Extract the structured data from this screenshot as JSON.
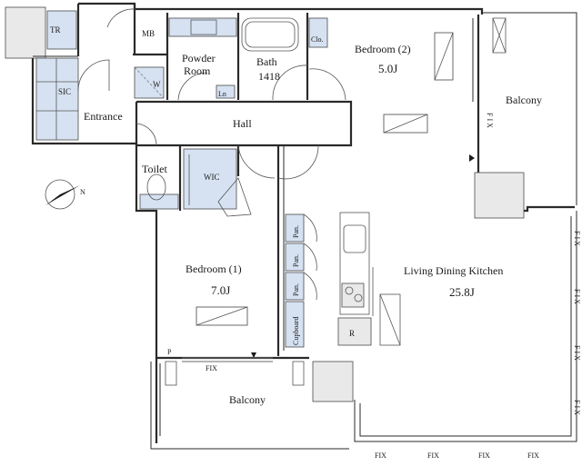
{
  "rooms": {
    "tr": "TR",
    "mb": "MB",
    "powder_room_line1": "Powder",
    "powder_room_line2": "Room",
    "bath": "Bath",
    "bath_size": "1418",
    "clo": "Clo.",
    "bedroom2": "Bedroom (2)",
    "bedroom2_size": "5.0J",
    "sic": "SIC",
    "w": "W",
    "ln": "Ln",
    "entrance": "Entrance",
    "hall": "Hall",
    "balcony_top": "Balcony",
    "toilet": "Toilet",
    "wic": "WIC",
    "bedroom1": "Bedroom (1)",
    "bedroom1_size": "7.0J",
    "ldk": "Living Dining Kitchen",
    "ldk_size": "25.8J",
    "pan1": "Pan.",
    "pan2": "Pan.",
    "pan3": "Pan.",
    "cupboard": "Cupboard",
    "r": "R",
    "p": "P",
    "balcony_bottom": "Balcony"
  },
  "fix_labels": {
    "right_top": "F I X",
    "bottom_bedroom": "FIX",
    "bottom_1": "FIX",
    "bottom_2": "FIX",
    "bottom_3": "FIX",
    "bottom_4": "FIX",
    "side_1": "F I X",
    "side_2": "F I X",
    "side_3": "F I X",
    "side_4": "F I X"
  },
  "colors": {
    "storage_blue": "#d6e2f2",
    "wall": "#2a2a2a",
    "grey_unit": "#e9e9e9"
  },
  "icons": {
    "compass": "north-arrow-icon",
    "entry_marker": "triangle-marker-icon"
  }
}
